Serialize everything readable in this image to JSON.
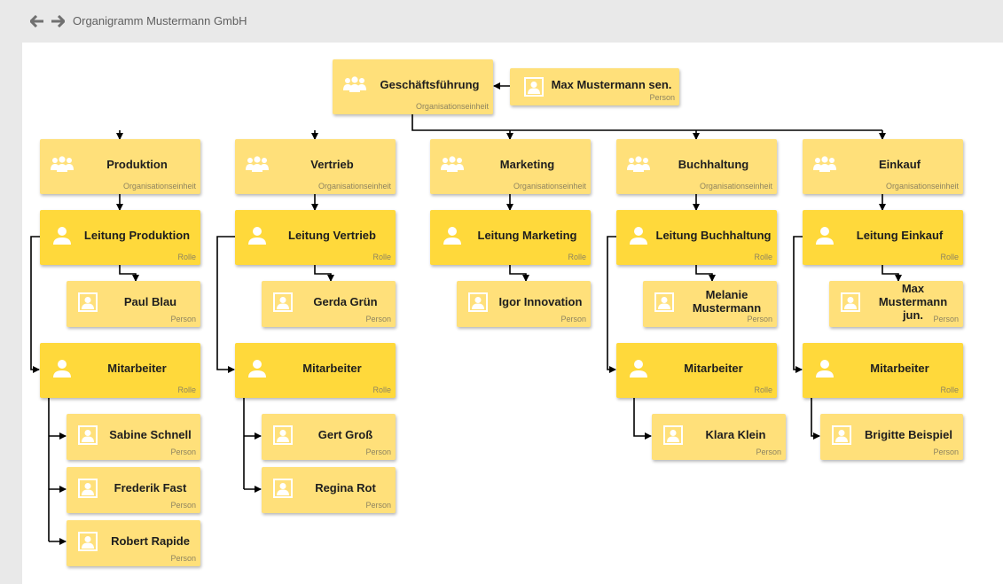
{
  "header": {
    "title": "Organigramm Mustermann GmbH"
  },
  "icons": {
    "back": "arrow-left-icon",
    "forward": "arrow-right-icon",
    "group": "group-icon",
    "role": "user-role-icon",
    "person": "person-portrait-icon"
  },
  "colors": {
    "org": "#ffe07a",
    "role": "#ffd93b",
    "person": "#ffe07a",
    "edge": "#000000"
  },
  "root": {
    "title": "Geschäftsführung",
    "type": "Organisationseinheit",
    "person": {
      "name": "Max Mustermann sen.",
      "type": "Person"
    }
  },
  "departments": [
    {
      "title": "Produktion",
      "type": "Organisationseinheit",
      "lead": {
        "title": "Leitung Produktion",
        "type": "Rolle",
        "persons": [
          {
            "name": "Paul Blau",
            "type": "Person"
          }
        ]
      },
      "staff": {
        "title": "Mitarbeiter",
        "type": "Rolle",
        "persons": [
          {
            "name": "Sabine Schnell",
            "type": "Person"
          },
          {
            "name": "Frederik Fast",
            "type": "Person"
          },
          {
            "name": "Robert Rapide",
            "type": "Person"
          }
        ]
      }
    },
    {
      "title": "Vertrieb",
      "type": "Organisationseinheit",
      "lead": {
        "title": "Leitung Vertrieb",
        "type": "Rolle",
        "persons": [
          {
            "name": "Gerda Grün",
            "type": "Person"
          }
        ]
      },
      "staff": {
        "title": "Mitarbeiter",
        "type": "Rolle",
        "persons": [
          {
            "name": "Gert Groß",
            "type": "Person"
          },
          {
            "name": "Regina Rot",
            "type": "Person"
          }
        ]
      }
    },
    {
      "title": "Marketing",
      "type": "Organisationseinheit",
      "lead": {
        "title": "Leitung Marketing",
        "type": "Rolle",
        "persons": [
          {
            "name": "Igor Innovation",
            "type": "Person"
          }
        ]
      }
    },
    {
      "title": "Buchhaltung",
      "type": "Organisationseinheit",
      "lead": {
        "title": "Leitung Buchhaltung",
        "type": "Rolle",
        "persons": [
          {
            "name": "Melanie Mustermann",
            "type": "Person"
          }
        ]
      },
      "staff": {
        "title": "Mitarbeiter",
        "type": "Rolle",
        "persons": [
          {
            "name": "Klara Klein",
            "type": "Person"
          }
        ]
      }
    },
    {
      "title": "Einkauf",
      "type": "Organisationseinheit",
      "lead": {
        "title": "Leitung Einkauf",
        "type": "Rolle",
        "persons": [
          {
            "name": "Max Mustermann jun.",
            "type": "Person"
          }
        ]
      },
      "staff": {
        "title": "Mitarbeiter",
        "type": "Rolle",
        "persons": [
          {
            "name": "Brigitte Beispiel",
            "type": "Person"
          }
        ]
      }
    }
  ]
}
